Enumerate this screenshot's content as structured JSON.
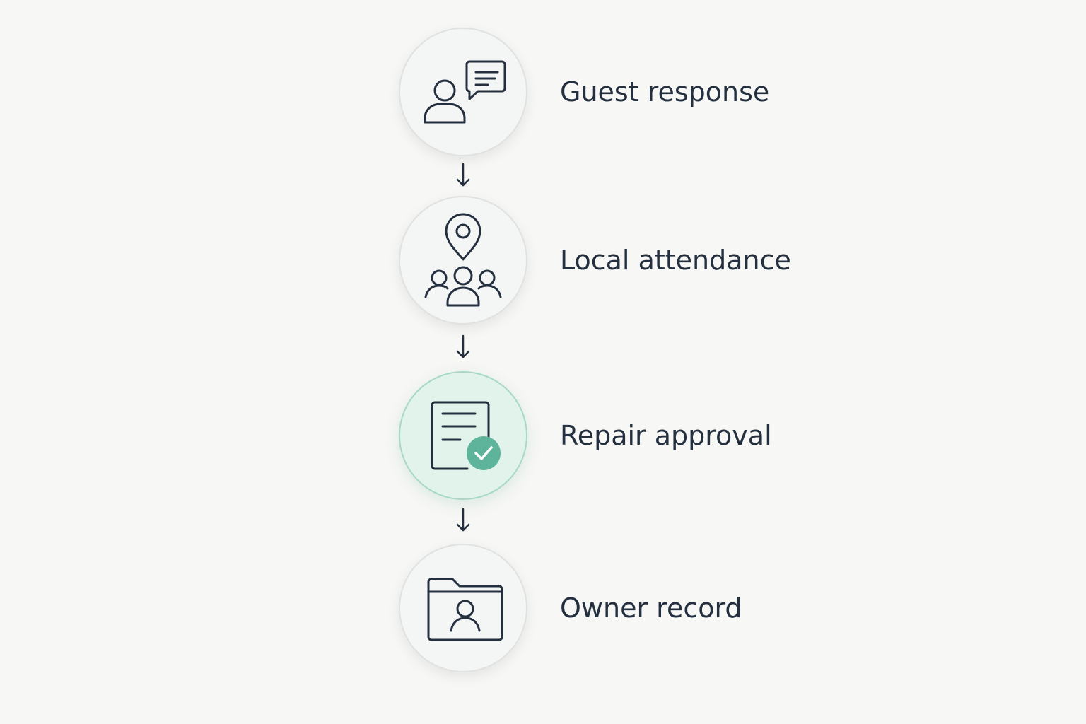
{
  "steps": [
    {
      "id": "guest-response",
      "label": "Guest response",
      "icon": "person-chat-icon",
      "active": false
    },
    {
      "id": "local-attendance",
      "label": "Local attendance",
      "icon": "location-group-icon",
      "active": false
    },
    {
      "id": "repair-approval",
      "label": "Repair approval",
      "icon": "document-check-icon",
      "active": true
    },
    {
      "id": "owner-record",
      "label": "Owner record",
      "icon": "folder-person-icon",
      "active": false
    }
  ],
  "colors": {
    "background": "#f7f7f5",
    "text": "#24303f",
    "icon_stroke": "#24303f",
    "accent": "#5db49a",
    "accent_fill": "#e2f3ec"
  }
}
